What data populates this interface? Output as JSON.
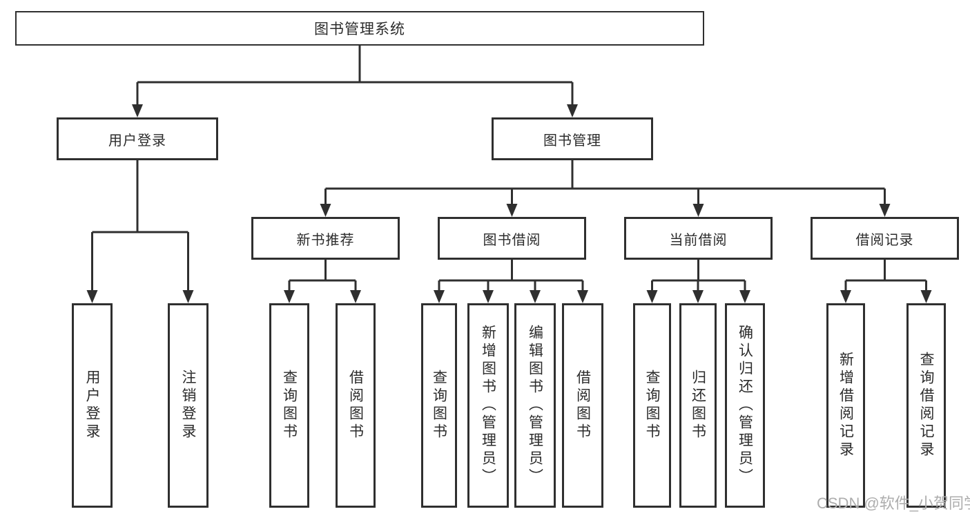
{
  "diagram": {
    "type": "hierarchy-tree",
    "root": {
      "label": "图书管理系统",
      "children": [
        {
          "label": "用户登录",
          "children": [
            {
              "label": "用户登录"
            },
            {
              "label": "注销登录"
            }
          ]
        },
        {
          "label": "图书管理",
          "children": [
            {
              "label": "新书推荐",
              "children": [
                {
                  "label": "查询图书"
                },
                {
                  "label": "借阅图书"
                }
              ]
            },
            {
              "label": "图书借阅",
              "children": [
                {
                  "label": "查询图书"
                },
                {
                  "label": "新增图书（管理员）"
                },
                {
                  "label": "编辑图书（管理员）"
                },
                {
                  "label": "借阅图书"
                }
              ]
            },
            {
              "label": "当前借阅",
              "children": [
                {
                  "label": "查询图书"
                },
                {
                  "label": "归还图书"
                },
                {
                  "label": "确认归还（管理员）"
                }
              ]
            },
            {
              "label": "借阅记录",
              "children": [
                {
                  "label": "新增借阅记录"
                },
                {
                  "label": "查询借阅记录"
                }
              ]
            }
          ]
        }
      ]
    }
  },
  "watermark": "CSDN @软件_小贺同学",
  "colors": {
    "line": "#2f2f2f",
    "text": "#2b2b2b",
    "background": "#ffffff",
    "watermark": "#adadad"
  }
}
